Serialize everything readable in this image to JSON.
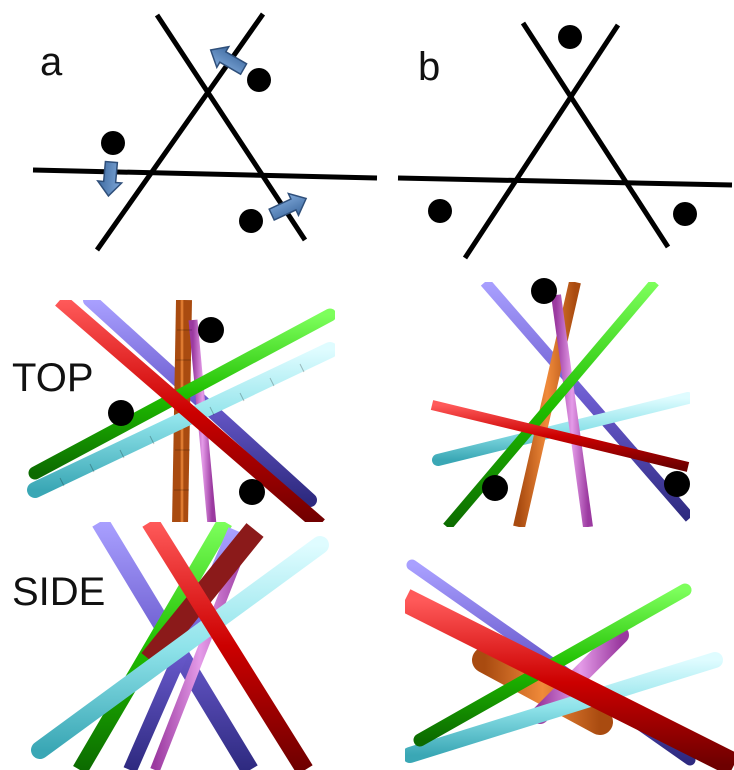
{
  "labels": {
    "a": "a",
    "b": "b",
    "top": "TOP",
    "side": "SIDE"
  },
  "colors": {
    "line": "#000000",
    "arrow": "#4f81bd",
    "green": "#22c400",
    "cyan": "#8fe3ea",
    "red": "#cc0000",
    "purple": "#6a5acd",
    "orange": "#e07a2f",
    "pink": "#d66ad6",
    "dark_red": "#8b1a1a",
    "dark_blue": "#3d3aa8"
  }
}
